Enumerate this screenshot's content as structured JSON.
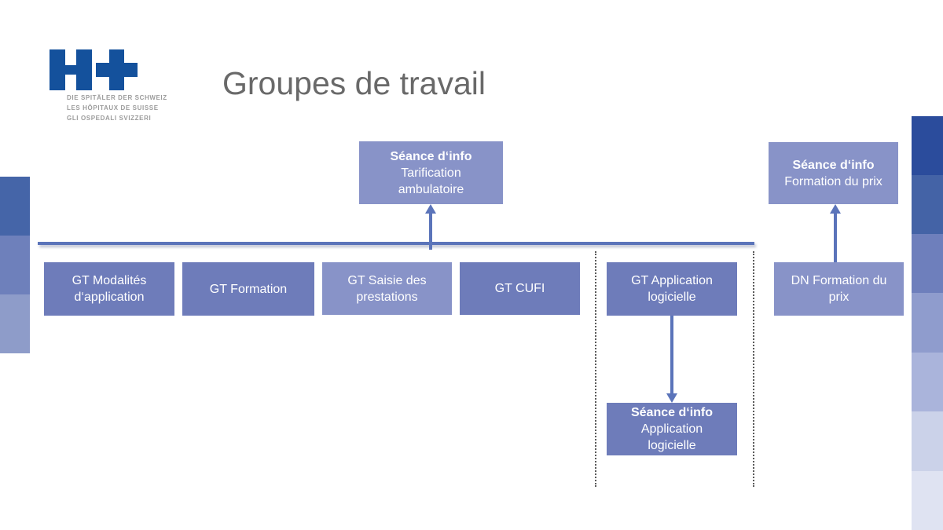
{
  "slide": {
    "title": "Groupes de travail"
  },
  "logo": {
    "name": "H+ logo",
    "tagline": [
      "DIE SPITÄLER DER SCHWEIZ",
      "LES HÔPITAUX DE SUISSE",
      "GLI OSPEDALI SVIZZERI"
    ]
  },
  "diagram": {
    "infos": [
      {
        "title": "Séance d‘info",
        "body": "Tarification ambulatoire"
      },
      {
        "title": "Séance d‘info",
        "body": "Formation du prix"
      },
      {
        "title": "Séance d‘info",
        "body": "Application logicielle"
      }
    ],
    "groups": [
      {
        "label": "GT Modalités d‘application"
      },
      {
        "label": "GT Formation"
      },
      {
        "label": "GT Saisie des prestations"
      },
      {
        "label": "GT CUFI"
      },
      {
        "label": "GT Application logicielle"
      },
      {
        "label": "DN Formation du prix"
      }
    ]
  },
  "colors": {
    "box_dark": "#6e7cba",
    "box_light": "#8893c8",
    "connector": "#5b74ba",
    "dotted_line": "#5a5a5a",
    "logo_blue": "#14519c",
    "title_gray": "#696969",
    "tagline_gray": "#9c9c9c",
    "left_bars": [
      "#4565a8",
      "#6e80bb",
      "#8e9cc9"
    ],
    "right_bars": [
      "#2b4c9c",
      "#4463a6",
      "#6e7fbc",
      "#8f9ccd",
      "#aab4db",
      "#cbd2e9",
      "#dfe3f2"
    ]
  }
}
